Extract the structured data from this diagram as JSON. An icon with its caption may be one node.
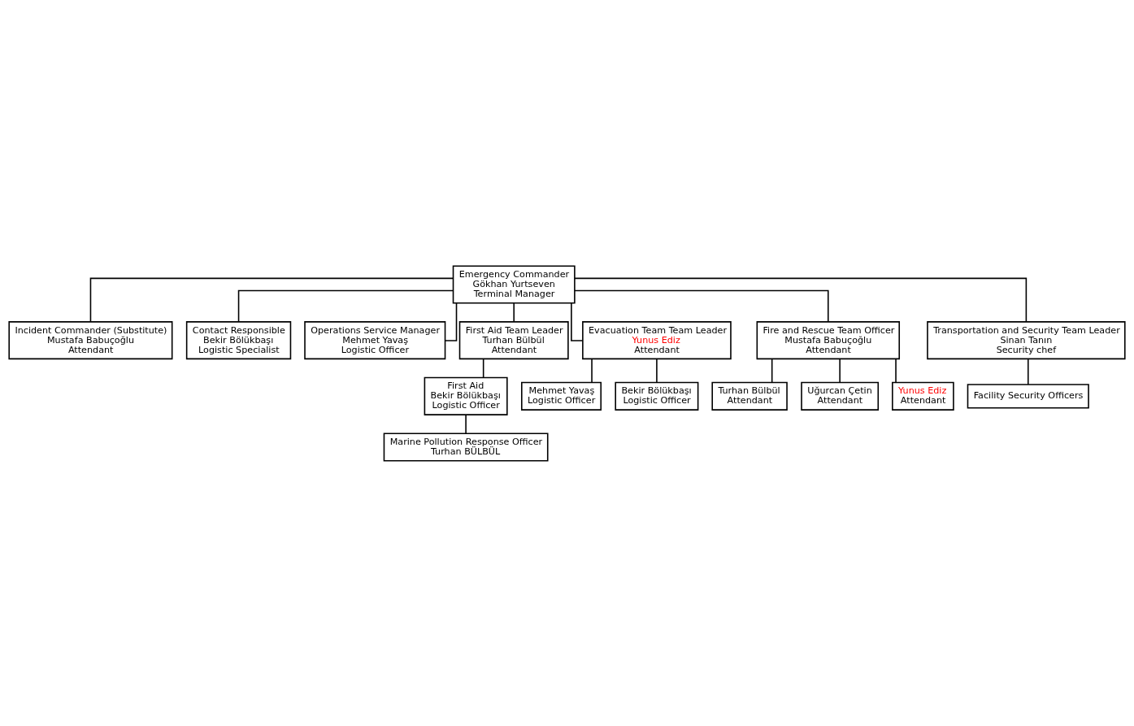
{
  "diagram": {
    "nodes": [
      {
        "text": [
          "Emergency Commander",
          "Gökhan Yurtseven",
          "Terminal Manager"
        ]
      },
      {
        "text": [
          "Incident Commander (Substitute)",
          "Mustafa Babuçoğlu",
          "Attendant"
        ]
      },
      {
        "text": [
          "Contact Responsible",
          "Bekir Bölükbaşı",
          "Logistic Specialist"
        ]
      },
      {
        "text": [
          "Operations Service Manager",
          "Mehmet Yavaş",
          "Logistic Officer"
        ]
      },
      {
        "text": [
          "First Aid Team Leader",
          "Turhan Bülbül",
          "Attendant"
        ]
      },
      {
        "text": [
          "Evacuation Team Team Leader",
          "Yunus Ediz",
          "Attendant"
        ]
      },
      {
        "text": [
          "Fire and Rescue Team Officer",
          "Mustafa Babuçoğlu",
          "Attendant"
        ]
      },
      {
        "text": [
          "Transportation and Security Team Leader",
          "Sinan Tanın",
          "Security chef"
        ]
      },
      {
        "text": [
          "First Aid",
          "Bekir Bölükbaşı",
          "Logistic Officer"
        ]
      },
      {
        "text": [
          "Marine Pollution Response Officer",
          "Turhan BÜLBÜL"
        ]
      },
      {
        "text": [
          "Mehmet Yavaş",
          "Logistic Officer"
        ]
      },
      {
        "text": [
          "Bekir Bölükbaşı",
          "Logistic Officer"
        ]
      },
      {
        "text": [
          "Turhan Bülbül",
          "Attendant"
        ]
      },
      {
        "text": [
          "Uğurcan Çetin",
          "Attendant"
        ]
      },
      {
        "text": [
          "Yunus Ediz",
          "Attendant"
        ]
      },
      {
        "text": [
          "Facility Security Officers"
        ]
      }
    ],
    "edges": [
      {
        "from": 0,
        "to": 1,
        "arrow": "none"
      },
      {
        "from": 0,
        "to": 2,
        "arrow": "none"
      },
      {
        "from": 0,
        "to": 3,
        "arrow": "none"
      },
      {
        "from": 0,
        "to": 4,
        "arrow": "none"
      },
      {
        "from": 0,
        "to": 5,
        "arrow": "none"
      },
      {
        "from": 0,
        "to": 6,
        "arrow": "none"
      },
      {
        "from": 0,
        "to": 7,
        "arrow": "none"
      },
      {
        "from": 4,
        "to": 8,
        "arrow": "none"
      },
      {
        "from": 8,
        "to": 9,
        "arrow": "none"
      },
      {
        "from": 5,
        "to": 10,
        "arrow": "none"
      },
      {
        "from": 5,
        "to": 11,
        "arrow": "none"
      },
      {
        "from": 6,
        "to": 12,
        "arrow": "none"
      },
      {
        "from": 6,
        "to": 13,
        "arrow": "none"
      },
      {
        "from": 6,
        "to": 14,
        "arrow": "none"
      },
      {
        "from": 7,
        "to": 15,
        "arrow": "none"
      }
    ]
  }
}
